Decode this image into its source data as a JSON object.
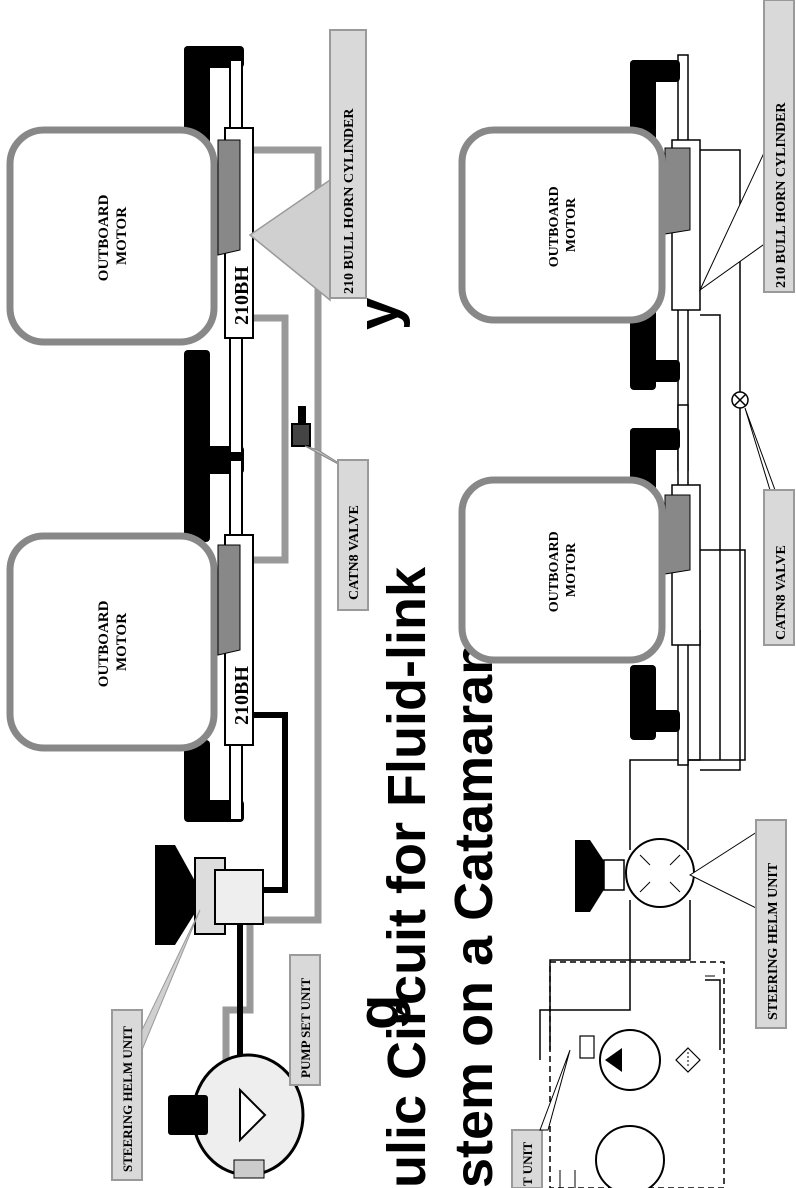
{
  "title": {
    "line1": "ulic Circuit for Fluid-link",
    "line2": "stem on a Catamaran",
    "top_fragment": "y",
    "top_fragment_left": "g"
  },
  "upper_diagram": {
    "motor_1": "OUTBOARD MOTOR",
    "motor_2": "OUTBOARD MOTOR",
    "cylinder_code_1": "210BH",
    "cylinder_code_2": "210BH",
    "cylinder_label": "210 BULL HORN CYLINDER",
    "valve_label": "CATN8 VALVE",
    "helm_label": "STEERING HELM UNIT",
    "pump_label": "PUMP SET UNIT"
  },
  "lower_diagram": {
    "motor_1": "OUTBOARD MOTOR",
    "motor_2": "OUTBOARD MOTOR",
    "cylinder_label": "210 BULL HORN CYLINDER",
    "valve_label": "CATN8 VALVE",
    "helm_label": "STEERING HELM UNIT",
    "pump_fragment": "T UNIT"
  },
  "colors": {
    "line_black": "#000000",
    "line_gray": "#999999",
    "label_fill": "#d9d9d9",
    "motor_border": "#888888"
  }
}
